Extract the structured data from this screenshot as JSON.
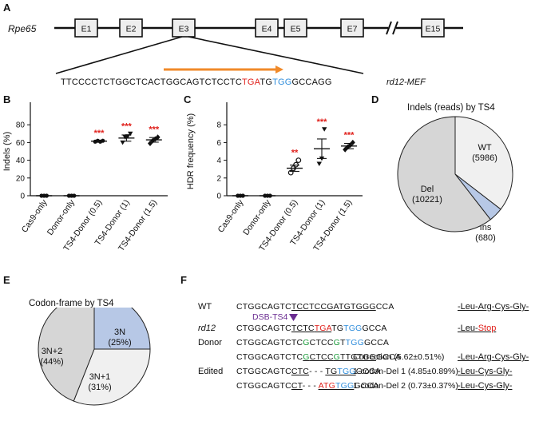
{
  "panels": {
    "a": "A",
    "b": "B",
    "c": "C",
    "d": "D",
    "e": "E",
    "f": "F"
  },
  "gene": {
    "name": "Rpe65",
    "exons": [
      "E1",
      "E2",
      "E3",
      "E4",
      "E5",
      "E7",
      "E15"
    ],
    "sequence": {
      "pre": "TTCCCCTCTGGCTCACTGGCAGTCTCCTC",
      "tga": "TGA",
      "mid": "TG",
      "pam": "TGG",
      "post": "GCCAGG"
    },
    "cell_label": "rd12-MEF",
    "colors": {
      "arrow": "#f08a2a",
      "mutation": "#e0201b",
      "pam": "#2f8ddb"
    }
  },
  "chart_data": [
    {
      "type": "scatter",
      "panel": "B",
      "ylabel": "Indels (%)",
      "ylim": [
        0,
        100
      ],
      "yticks": [
        0,
        20,
        40,
        60,
        80
      ],
      "categories": [
        "Cas9-only",
        "Donor-only",
        "TS4-Donor (0.5)",
        "TS4-Donor (1)",
        "TS4-Donor (1.5)"
      ],
      "points": [
        [
          0,
          0,
          0
        ],
        [
          0,
          0,
          0
        ],
        [
          61,
          62,
          61,
          62
        ],
        [
          60,
          66,
          67,
          70
        ],
        [
          59,
          62,
          64,
          66
        ]
      ],
      "means": [
        0,
        0,
        61.5,
        65,
        63
      ],
      "sem": [
        0,
        0,
        0.8,
        3.5,
        2.6
      ],
      "significance": [
        "",
        "",
        "***",
        "***",
        "***"
      ]
    },
    {
      "type": "scatter",
      "panel": "C",
      "ylabel": "HDR frequency (%)",
      "ylim": [
        0,
        10
      ],
      "yticks": [
        0,
        2,
        4,
        6,
        8
      ],
      "categories": [
        "Cas9-only",
        "Donor-only",
        "TS4-Donor (0.5)",
        "TS4-Donor (1)",
        "TS4-Donor (1.5)"
      ],
      "points": [
        [
          0,
          0,
          0
        ],
        [
          0,
          0,
          0
        ],
        [
          2.6,
          3.1,
          3.5,
          4.0
        ],
        [
          3.6,
          4.2,
          7.5
        ],
        [
          5.2,
          5.5,
          5.7,
          6.0
        ]
      ],
      "means": [
        0,
        0,
        3.1,
        5.3,
        5.6
      ],
      "sem": [
        0,
        0,
        0.35,
        1.1,
        0.3
      ],
      "significance": [
        "",
        "",
        "**",
        "***",
        "***"
      ]
    },
    {
      "type": "pie",
      "panel": "D",
      "title": "Indels (reads) by TS4",
      "slices": [
        {
          "label": "WT",
          "value": 5986,
          "text": "(5986)",
          "color": "#f0f0f0"
        },
        {
          "label": "Ins",
          "value": 680,
          "text": "(680)",
          "color": "#b7c8e6"
        },
        {
          "label": "Del",
          "value": 10221,
          "text": "(10221)",
          "color": "#d6d6d6"
        }
      ]
    },
    {
      "type": "pie",
      "panel": "E",
      "title": "Codon-frame by TS4",
      "slices": [
        {
          "label": "3N",
          "value": 25,
          "text": "(25%)",
          "color": "#b7c8e6"
        },
        {
          "label": "3N+1",
          "value": 31,
          "text": "(31%)",
          "color": "#f0f0f0"
        },
        {
          "label": "3N+2",
          "value": 44,
          "text": "(44%)",
          "color": "#d6d6d6"
        }
      ]
    }
  ],
  "alignment": {
    "dsb_label": "DSB-TS4",
    "rows": [
      {
        "label": "WT",
        "seq": "CTGGCAGTCTCCTCCGATGTGGGCCA",
        "note": "",
        "protein": "-Leu-Arg-Cys-Gly-"
      },
      {
        "label": "rd12",
        "seq": "CTGGCAGTCTCCTCTGATGTGGGCCA",
        "note": "",
        "protein": "-Leu-Stop"
      },
      {
        "label": "Donor",
        "seq": "CTGGCAGTCTCGCTCCGTTGTGGGCCA",
        "note": "",
        "protein": ""
      },
      {
        "label": "Edited",
        "seq": "CTGGCAGTCTCGCTCCGTTGTGGGCCA",
        "note": "Correction (5.62±0.51%)",
        "protein": "-Leu-Arg-Cys-Gly-"
      },
      {
        "label": "",
        "seq": "CTGGCAGTCTCCTC- - - TGTGGGCCA",
        "note": "1-codon-Del 1 (4.85±0.89%)",
        "protein": "-Leu-Cys-Gly-"
      },
      {
        "label": "",
        "seq": "CTGGCAGTCTCCT- - - ATGTGGGCCA",
        "note": "1-codon-Del 2 (0.73±0.37%)",
        "protein": "-Leu-Cys-Gly-"
      }
    ]
  }
}
